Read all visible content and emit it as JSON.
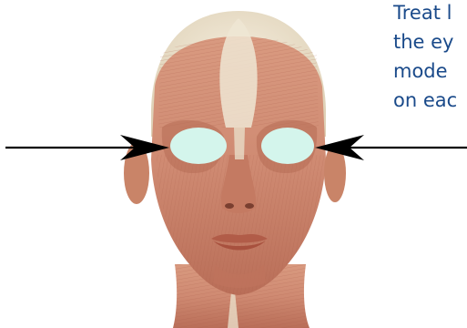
{
  "caption": {
    "lines": [
      "Treat l",
      "the ey",
      "mode",
      "on eac"
    ]
  },
  "colors": {
    "text": "#1a4a8a",
    "eye_patch": "#d4f5ec",
    "arrow": "#000000",
    "muscle": "#cf8a72",
    "scalp": "#ece2cf"
  },
  "icons": [
    "left-arrow-icon",
    "right-arrow-icon"
  ]
}
